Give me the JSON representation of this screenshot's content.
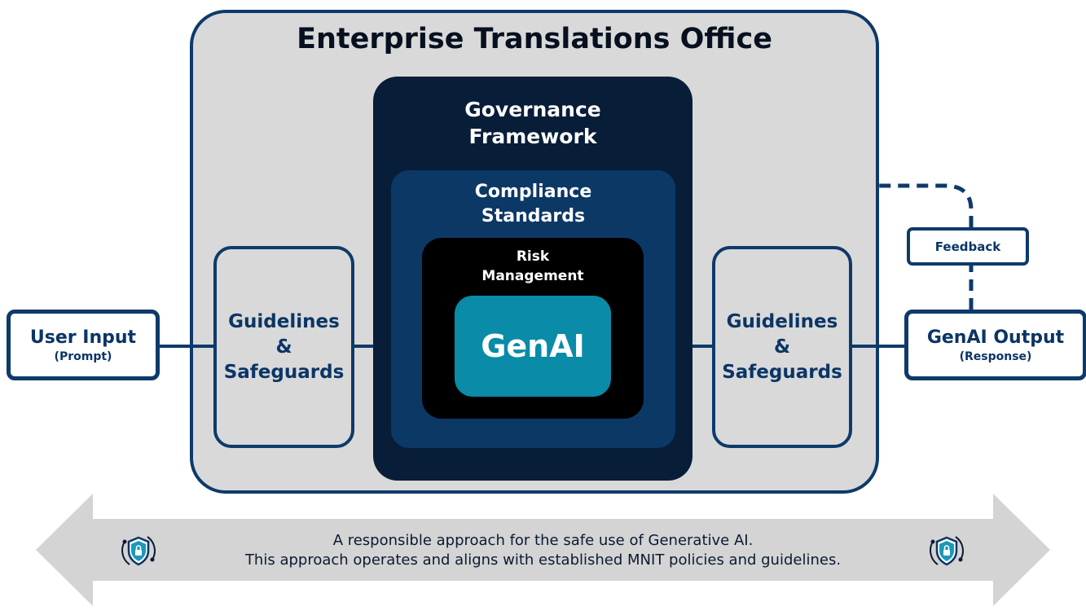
{
  "office": {
    "title": "Enterprise Translations Office"
  },
  "governance": {
    "title_line1": "Governance",
    "title_line2": "Framework"
  },
  "compliance": {
    "title_line1": "Compliance",
    "title_line2": "Standards"
  },
  "risk": {
    "title_line1": "Risk",
    "title_line2": "Management"
  },
  "core": {
    "label": "GenAI"
  },
  "guidelines_left": {
    "line1": "Guidelines",
    "line2": "&",
    "line3": "Safeguards"
  },
  "guidelines_right": {
    "line1": "Guidelines",
    "line2": "&",
    "line3": "Safeguards"
  },
  "input": {
    "title": "User Input",
    "subtitle": "(Prompt)"
  },
  "output": {
    "title": "GenAI Output",
    "subtitle": "(Response)"
  },
  "feedback": {
    "label": "Feedback"
  },
  "footer": {
    "line1": "A responsible approach for the safe use of Generative AI.",
    "line2": "This approach operates and aligns with established MNIT policies and guidelines.",
    "icon": "shield-lock-icon"
  },
  "colors": {
    "navy_border": "#0e3a6a",
    "office_fill": "#d9d9d9",
    "governance_fill": "#071d38",
    "compliance_fill": "#0c3866",
    "risk_fill": "#000000",
    "genai_fill": "#0a8ba8",
    "footer_arrow_fill": "#d4d4d4"
  }
}
